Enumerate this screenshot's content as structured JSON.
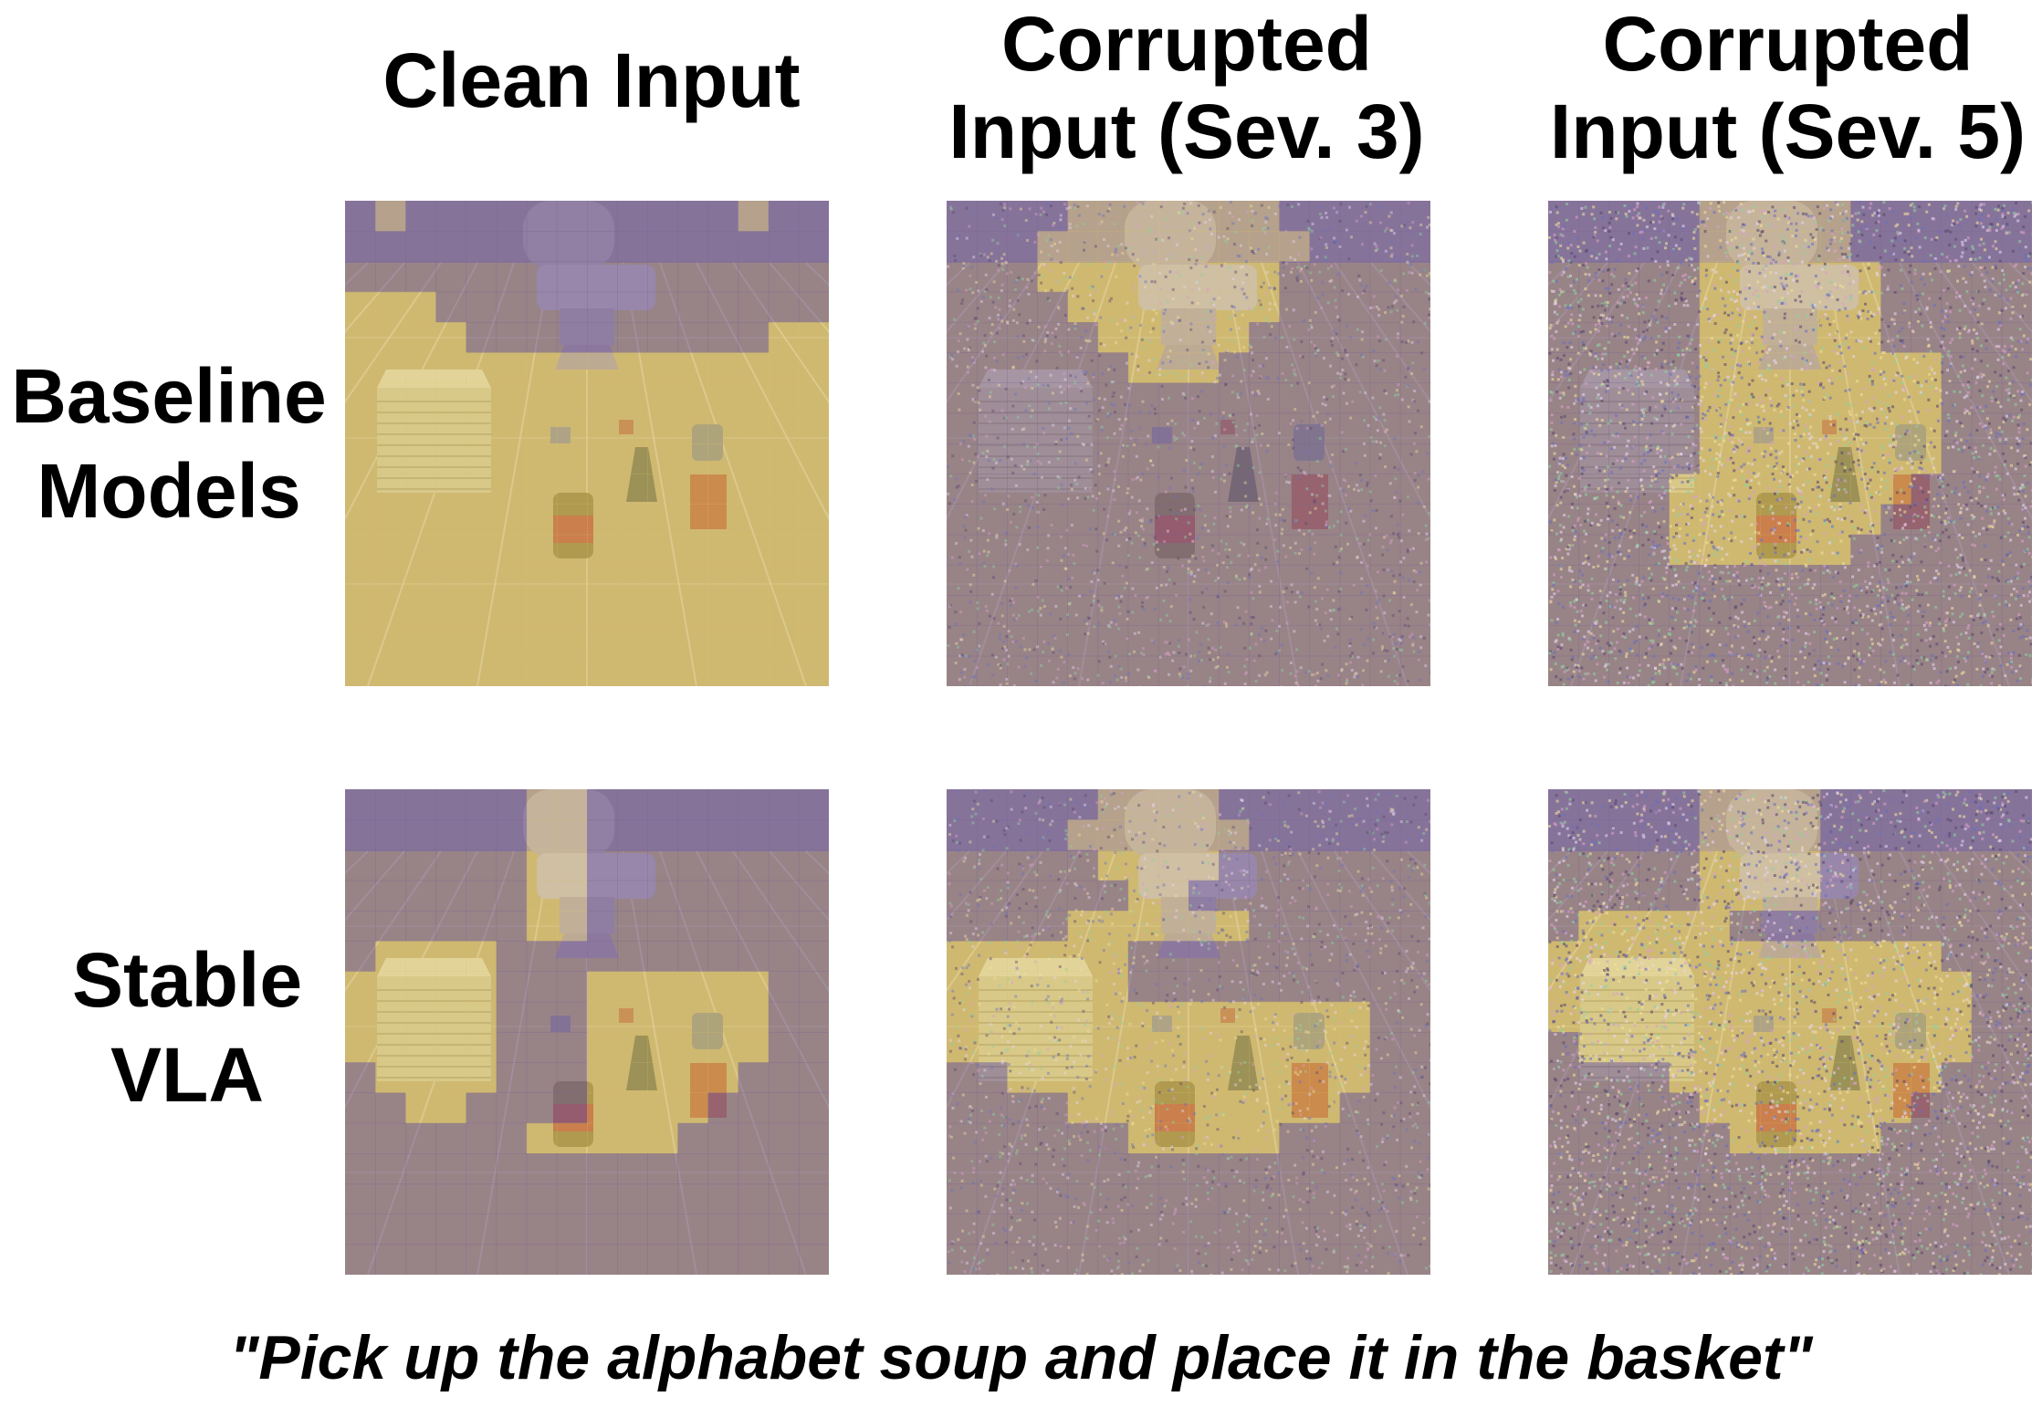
{
  "figure": {
    "columns": [
      {
        "label": "Clean Input",
        "corruption": 0
      },
      {
        "label": "Corrupted\nInput (Sev. 3)",
        "corruption": 3
      },
      {
        "label": "Corrupted\nInput (Sev. 5)",
        "corruption": 5
      }
    ],
    "rows": [
      {
        "label": "Baseline\nModels"
      },
      {
        "label": "Stable\nVLA"
      }
    ],
    "caption": "\"Pick up the alphabet soup and place it in the basket\"",
    "colors": {
      "attention_highlight": "#d8c265",
      "background_overlay": "#7a6690",
      "wall": "#9a88ac",
      "floor_wood": "#c9b27a"
    }
  }
}
